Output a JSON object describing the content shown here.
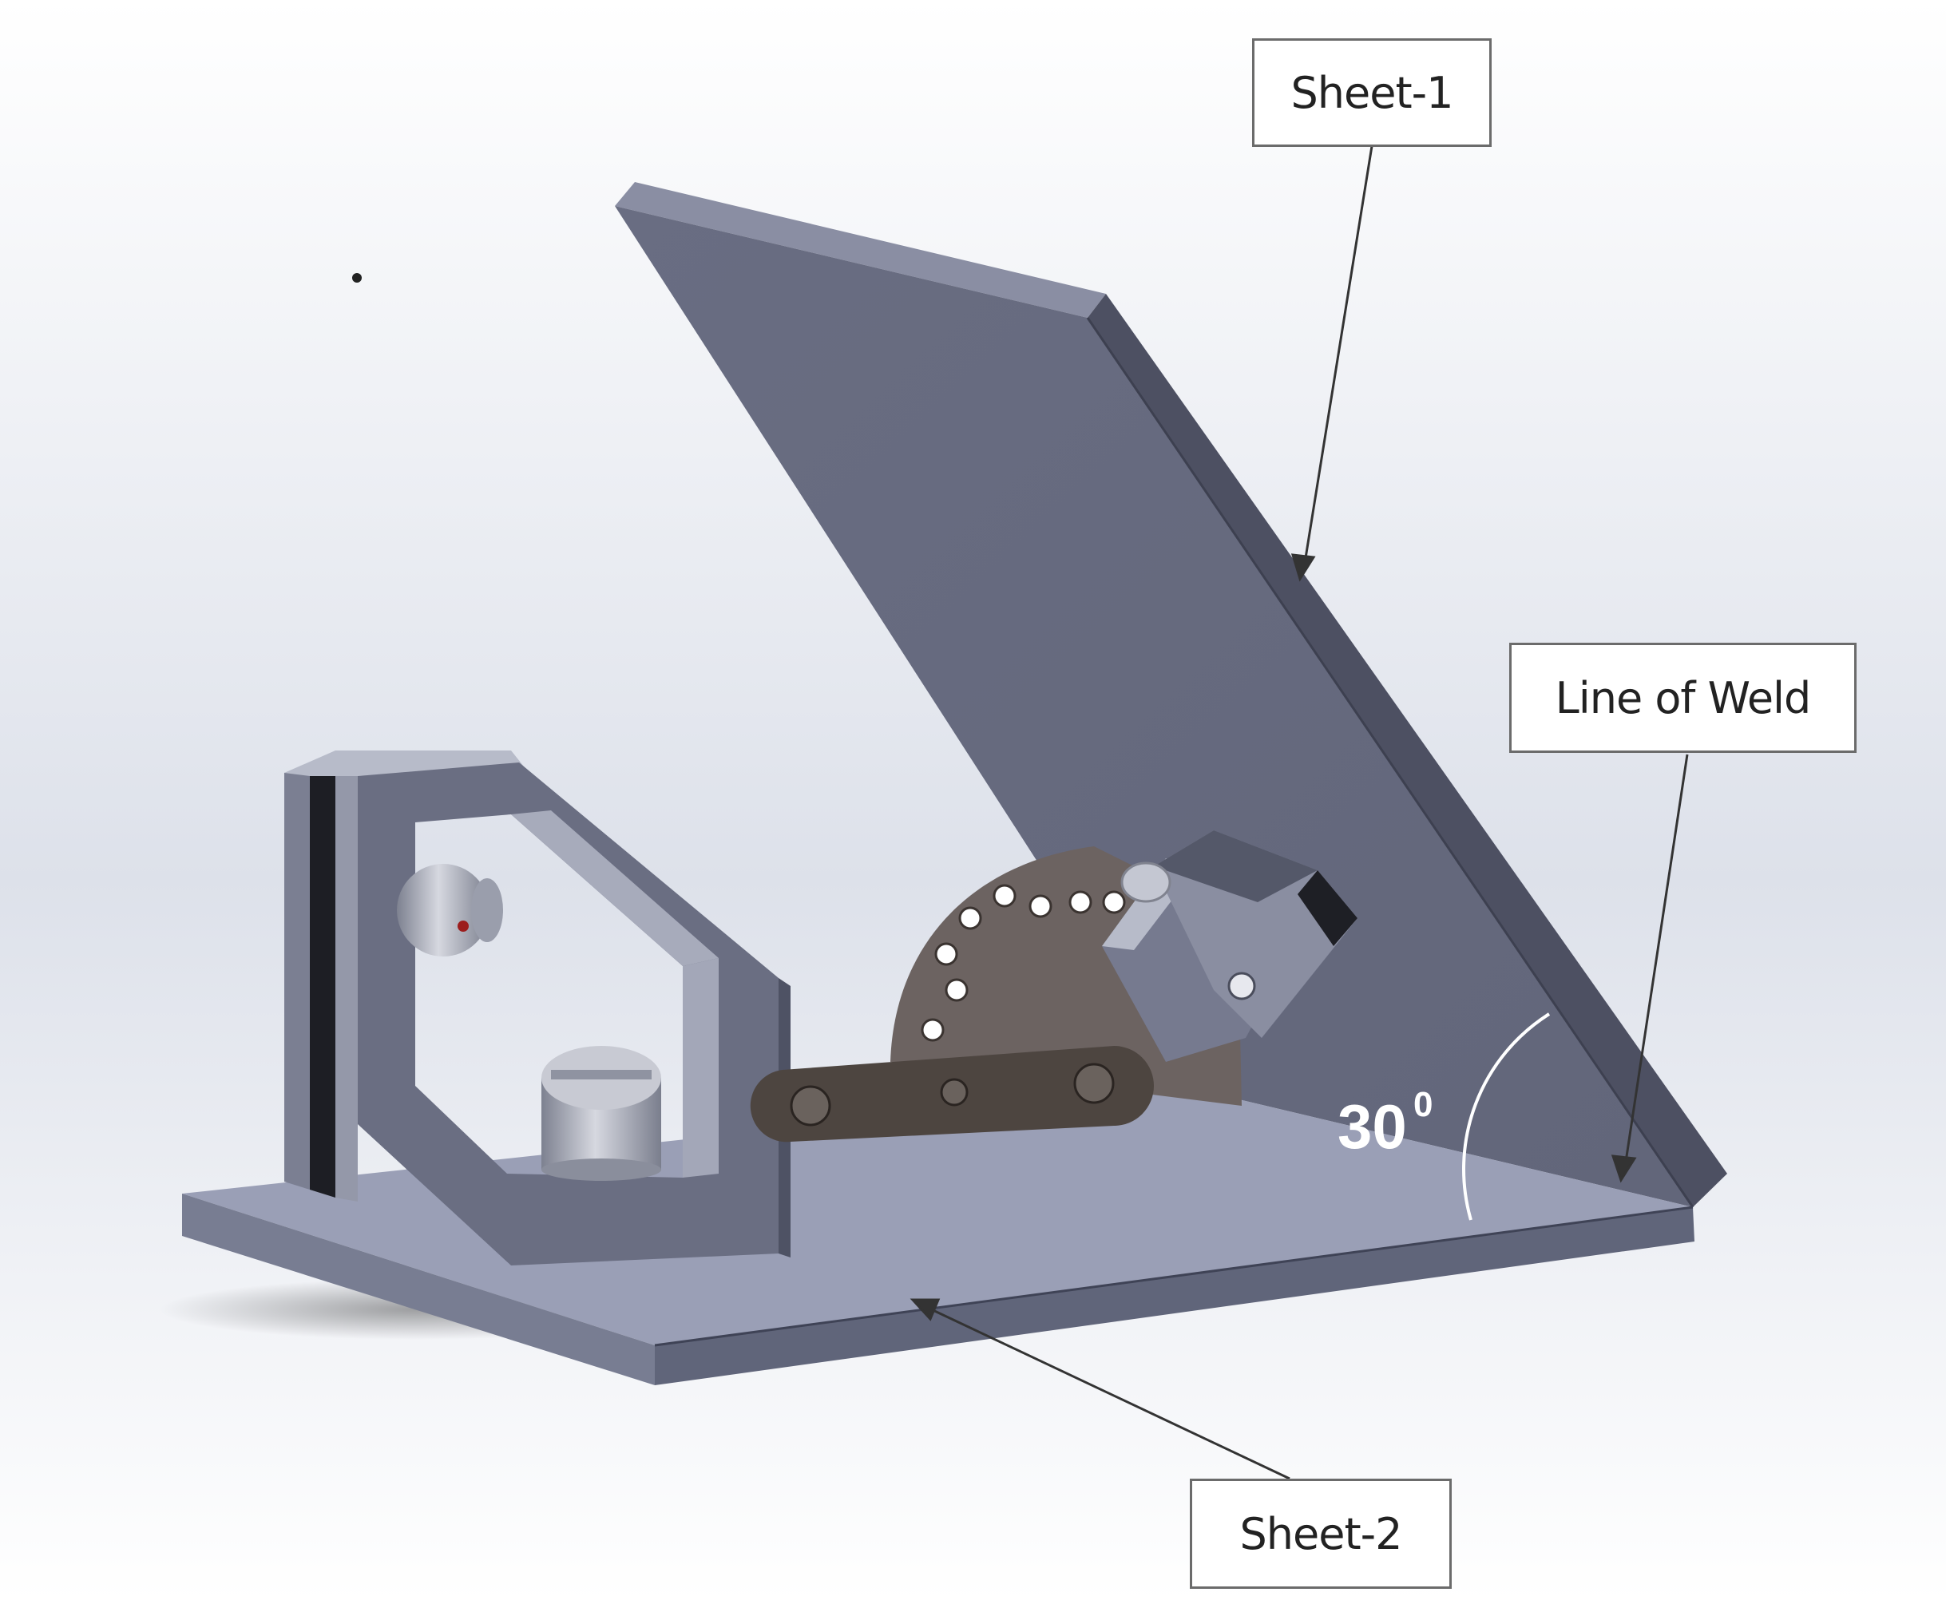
{
  "callouts": {
    "sheet1": "Sheet-1",
    "line_of_weld": "Line of Weld",
    "sheet2": "Sheet-2"
  },
  "angle": {
    "value": "30",
    "unit_superscript": "0"
  },
  "colors": {
    "background_top": "#ffffff",
    "background_mid": "#dfe3ec",
    "base_plate_top": "#9a9fb6",
    "base_plate_edge": "#5f6478",
    "sheet1_face": "#666a7e",
    "sheet1_edge": "#4b4e5f",
    "hex_clamp_face": "#6e7286",
    "hex_clamp_inner": "#a7abbb",
    "protractor": "#6c6361",
    "link_bar": "#4d4540",
    "callout_border": "#6b6b6b",
    "leader_line": "#333333",
    "angle_text": "#ffffff"
  }
}
